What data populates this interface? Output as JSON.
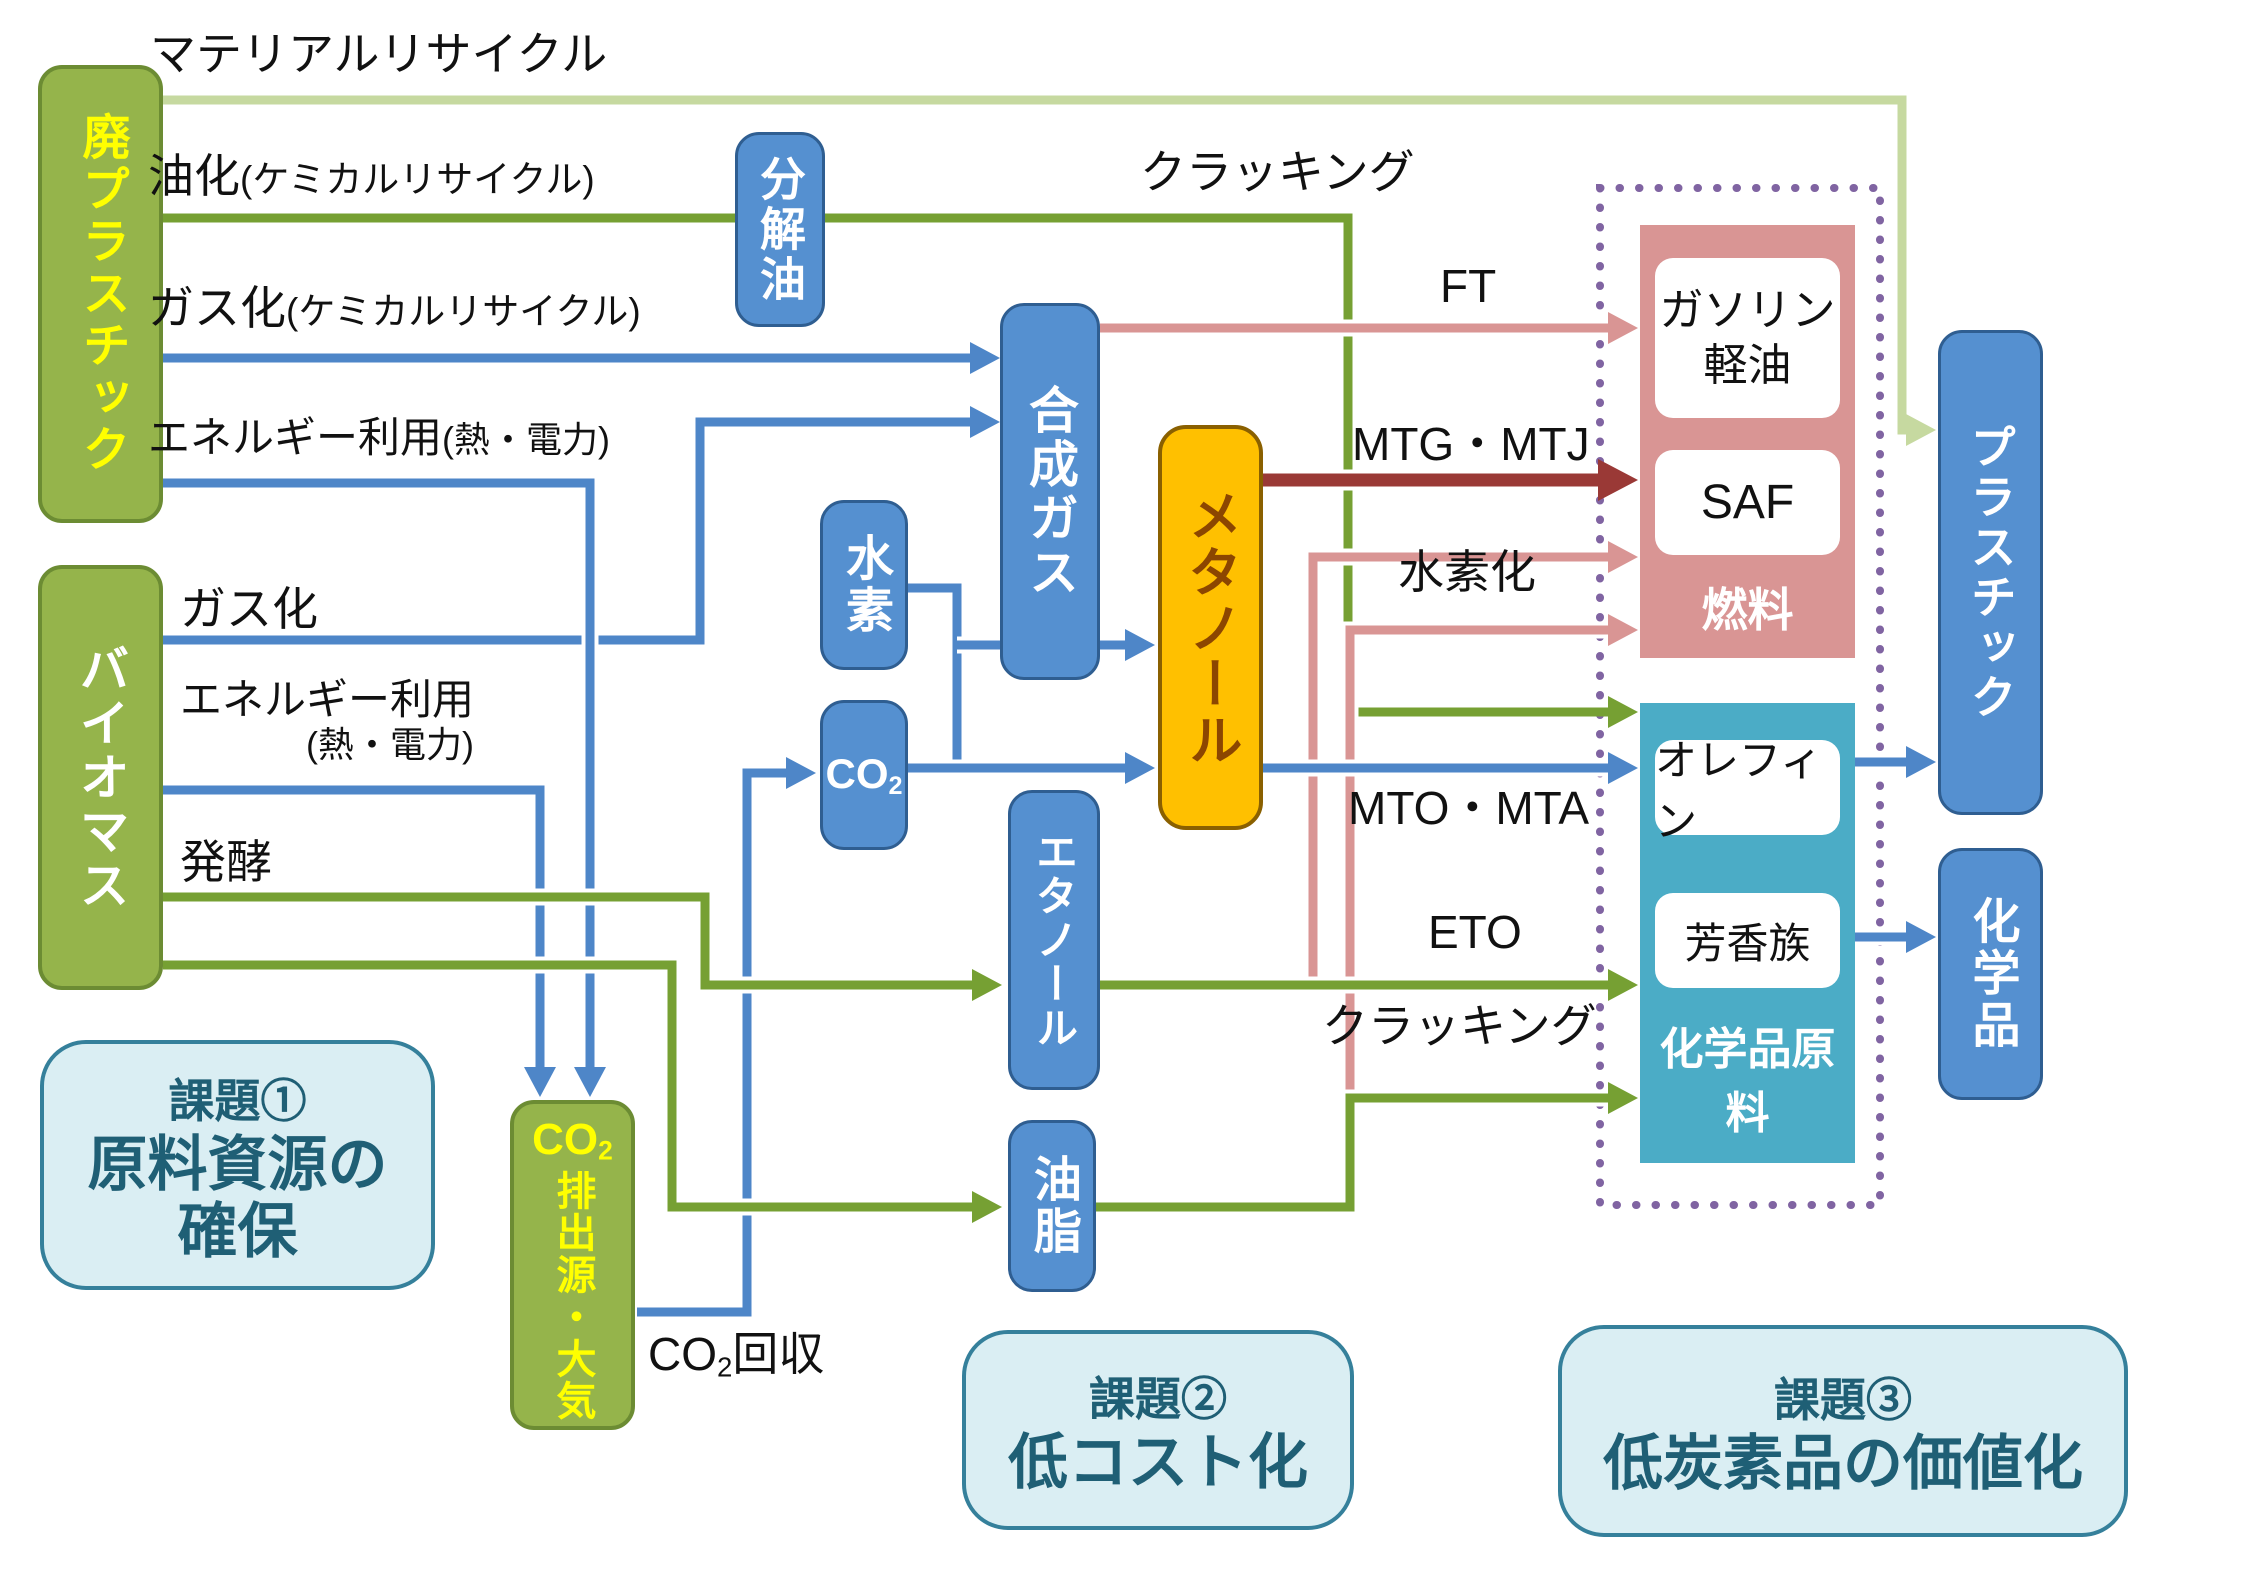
{
  "nodes": {
    "waste_plastic": "廃プラスチック",
    "biomass": "バイオマス",
    "co2_source_main": "CO",
    "co2_source_sub": "2",
    "co2_source_rest": "排出源・大気",
    "cracked_oil": "分解油",
    "syngas": "合成ガス",
    "hydrogen": "水素",
    "co2_main": "CO",
    "co2_sub": "2",
    "ethanol": "エタノール",
    "oils": "油脂",
    "methanol": "メタノール",
    "plastic": "プラスチック",
    "chemicals": "化学品"
  },
  "product_groups": {
    "fuel_label": "燃料",
    "gasoline": "ガソリン",
    "diesel": "軽油",
    "saf": "SAF",
    "chem_label": "化学品原料",
    "olefin": "オレフィン",
    "aromatics": "芳香族"
  },
  "edge_labels": {
    "material_recycle": "マテリアルリサイクル",
    "oil_main": "油化",
    "oil_note": "(ケミカルリサイクル)",
    "gasification_chem_main": "ガス化",
    "gasification_chem_note": "(ケミカルリサイクル)",
    "energy_plastic_main": "エネルギー利用",
    "energy_plastic_note": "(熱・電力)",
    "gasification_biomass": "ガス化",
    "energy_biomass_main": "エネルギー利用",
    "energy_biomass_note": "(熱・電力)",
    "fermentation": "発酵",
    "cracking_top": "クラッキング",
    "ft": "FT",
    "mtg_mtj": "MTG・MTJ",
    "hydrogenation": "水素化",
    "mto_mta": "MTO・MTA",
    "eto": "ETO",
    "cracking_bottom": "クラッキング",
    "co2_capture_pre": "CO",
    "co2_capture_sub": "2",
    "co2_capture_post": "回収"
  },
  "challenges": {
    "c1_no": "課題①",
    "c1_line1": "原料資源の",
    "c1_line2": "確保",
    "c2_no": "課題②",
    "c2_line1": "低コスト化",
    "c3_no": "課題③",
    "c3_line1": "低炭素品の価値化"
  },
  "colors": {
    "green_box_fill": "#95B44B",
    "green_box_border": "#6C8C33",
    "blue_box_fill": "#5590D0",
    "blue_box_border": "#2F5E91",
    "blue_line": "#4E86C8",
    "green_line": "#76A033",
    "light_green_line": "#C6D9A0",
    "pink_line": "#D99594",
    "dark_red_line": "#9A3936",
    "orange_fill": "#FFC000",
    "orange_border": "#8A6000",
    "methanol_text": "#8C4600",
    "fuel_group_fill": "#D99594",
    "chem_group_fill": "#4BACC6",
    "purple_dots": "#8064A2",
    "challenge_fill": "#DAEEF3",
    "challenge_border": "#35809B",
    "challenge_text": "#1F5F75",
    "yellow_text": "#FFFF00"
  }
}
